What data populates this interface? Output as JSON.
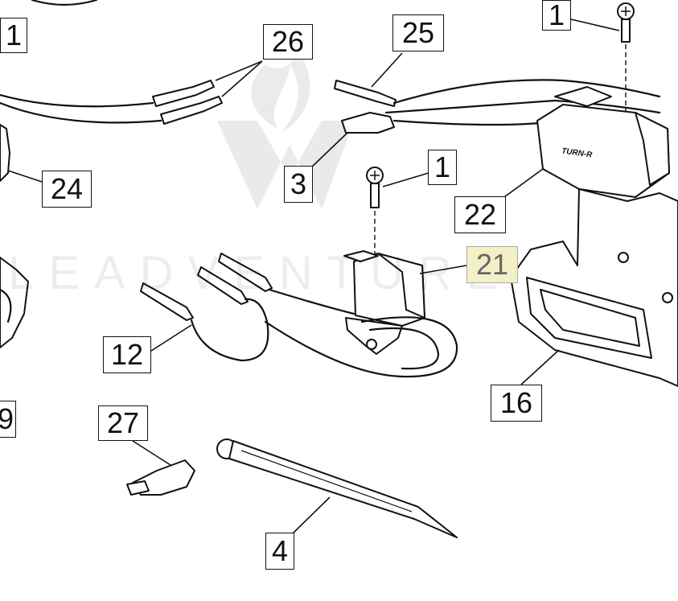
{
  "watermark": "LEADVENTURE",
  "part_marking": "TURN-R",
  "callouts": [
    {
      "id": "c1a",
      "label": "1"
    },
    {
      "id": "c26",
      "label": "26"
    },
    {
      "id": "c25",
      "label": "25"
    },
    {
      "id": "c1b",
      "label": "1"
    },
    {
      "id": "c24",
      "label": "24"
    },
    {
      "id": "c3",
      "label": "3"
    },
    {
      "id": "c1c",
      "label": "1"
    },
    {
      "id": "c22",
      "label": "22"
    },
    {
      "id": "c21",
      "label": "21",
      "highlighted": true
    },
    {
      "id": "c12",
      "label": "12"
    },
    {
      "id": "c16",
      "label": "16"
    },
    {
      "id": "c9",
      "label": "9"
    },
    {
      "id": "c27",
      "label": "27"
    },
    {
      "id": "c4",
      "label": "4"
    }
  ],
  "colors": {
    "line": "#111111",
    "highlight": "#f3f0c8",
    "watermark": "#d8d8d8"
  }
}
